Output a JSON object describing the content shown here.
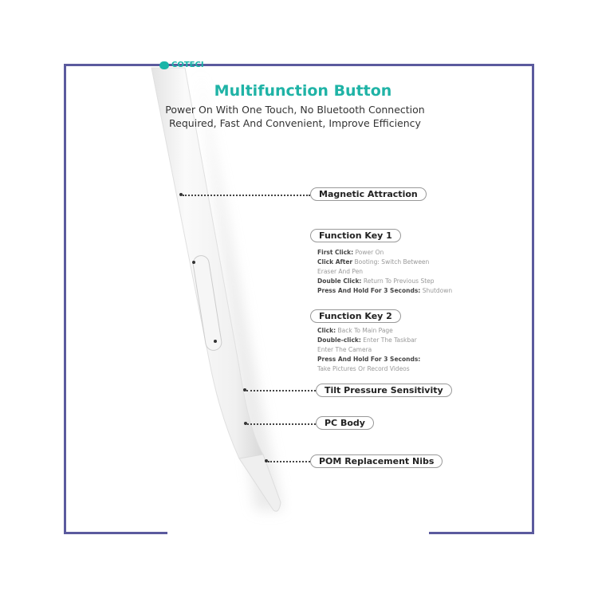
{
  "logo": "COTECI",
  "title": "Multifunction Button",
  "subtitle": [
    "Power On With One Touch, No Bluetooth Connection",
    "Required, Fast And Convenient, Improve Efficiency"
  ],
  "labels": {
    "magnetic": "Magnetic Attraction",
    "key1": "Function Key 1",
    "key2": "Function Key 2",
    "tilt": "Tilt Pressure Sensitivity",
    "body": "PC Body",
    "nibs": "POM Replacement Nibs"
  },
  "key1_desc": [
    {
      "k": "First Click:",
      "v": "Power On"
    },
    {
      "k": "Click After",
      "v": "Booting: Switch Between"
    },
    {
      "k": "",
      "v": "Eraser And Pen"
    },
    {
      "k": "Double Click:",
      "v": "Return To Previous Step"
    },
    {
      "k": "Press And Hold For 3 Seconds:",
      "v": "Shutdown"
    }
  ],
  "key2_desc": [
    {
      "k": "Click:",
      "v": "Back To Main Page"
    },
    {
      "k": "Double-click:",
      "v": "Enter The Taskbar"
    },
    {
      "k": "",
      "v": "Enter The Camera"
    },
    {
      "k": "Press And Hold For 3 Seconds:",
      "v": ""
    },
    {
      "k": "",
      "v": "Take Pictures Or Record Videos"
    }
  ],
  "colors": {
    "accent": "#1fb3a6",
    "frame": "#5b5a9e"
  }
}
